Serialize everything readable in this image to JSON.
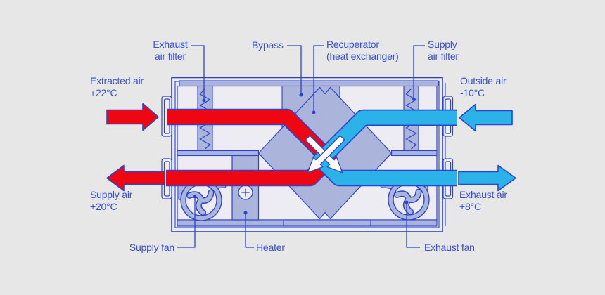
{
  "colors": {
    "background": "#e8e7e8",
    "outline_blue": "#2c44cd",
    "label_blue": "#3352d3",
    "component_fill": "#abb4da",
    "panel_fill": "#edecf2",
    "warm_air_red": "#ee0712",
    "cold_air_cyan": "#2bb2e8"
  },
  "component_labels": {
    "exhaust_air_filter": {
      "line1": "Exhaust",
      "line2": "air filter"
    },
    "bypass": {
      "line1": "Bypass"
    },
    "recuperator": {
      "line1": "Recuperator",
      "line2": "(heat exchanger)"
    },
    "supply_air_filter": {
      "line1": "Supply",
      "line2": "air filter"
    },
    "supply_fan": {
      "line1": "Supply fan"
    },
    "heater": {
      "line1": "Heater"
    },
    "exhaust_fan": {
      "line1": "Exhaust fan"
    }
  },
  "airflow_labels": {
    "extracted_air": {
      "line1": "Extracted air",
      "line2": "+22°C"
    },
    "outside_air": {
      "line1": "Outside air",
      "line2": "-10°C"
    },
    "supply_air": {
      "line1": "Supply air",
      "line2": "+20°C"
    },
    "exhaust_air": {
      "line1": "Exhaust air",
      "line2": "+8°C"
    }
  }
}
